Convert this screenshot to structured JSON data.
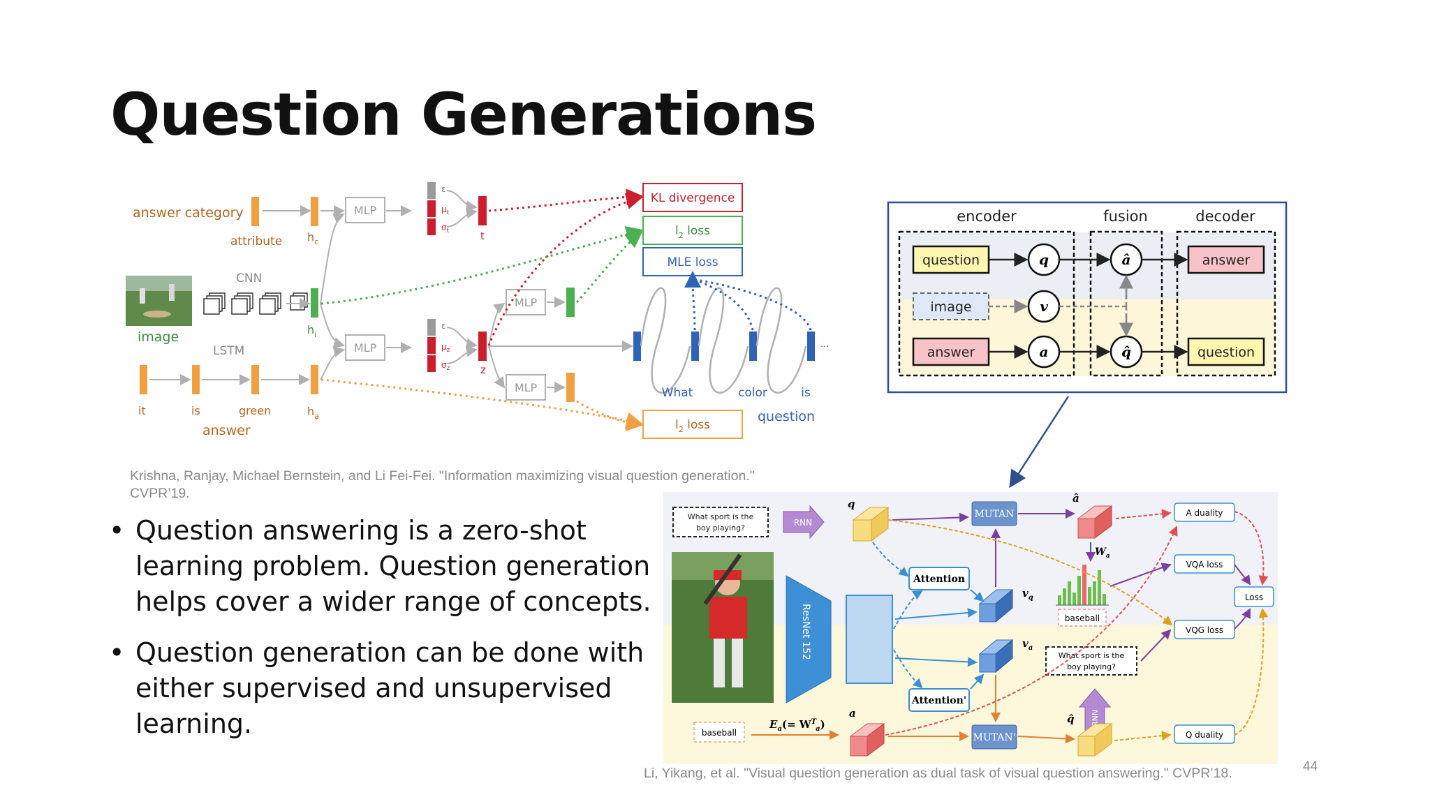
{
  "slide": {
    "title": "Question Generations",
    "page_number": "44"
  },
  "figure1": {
    "answer_category": "answer category",
    "attribute": "attribute",
    "hc": "h",
    "hc_sub": "c",
    "cnn": "CNN",
    "image": "image",
    "hi": "h",
    "hi_sub": "i",
    "lstm": "LSTM",
    "ha": "h",
    "ha_sub": "a",
    "words": [
      "it",
      "is",
      "green"
    ],
    "answer": "answer",
    "mlp": "MLP",
    "epsilon": "ε",
    "mu_t": "μ",
    "sub_t": "t",
    "sigma_t": "σ",
    "t_label": "t",
    "mu_z": "μ",
    "sub_z": "z",
    "sigma_z": "σ",
    "z_label": "z",
    "kl": "KL divergence",
    "l2_a": "l",
    "l2_sub": "2",
    "loss": "loss",
    "mle": "MLE loss",
    "question_words": [
      "What",
      "color",
      "is"
    ],
    "ellipsis": "...",
    "question": "question",
    "colors": {
      "orange": "#f0a040",
      "green": "#4caf50",
      "red": "#cc1f2e",
      "blue": "#2f63b8",
      "gray": "#9a9a9a"
    }
  },
  "citation1": "Krishna, Ranjay, Michael Bernstein, and Li Fei-Fei. \"Information maximizing visual question generation.\" CVPR’19.",
  "bullets": [
    "Question answering is a zero-shot learning problem. Question generation helps cover a wider range of concepts.",
    "Question generation can be done with either supervised and unsupervised learning."
  ],
  "figure2": {
    "encoder": "encoder",
    "fusion": "fusion",
    "decoder": "decoder",
    "question": "question",
    "image": "image",
    "answer": "answer",
    "q": "q",
    "v": "v",
    "a": "a",
    "a_hat": "â",
    "q_hat": "q̂",
    "out_answer": "answer",
    "out_question": "question"
  },
  "figure3": {
    "question_box": [
      "What sport is the",
      "boy playing?"
    ],
    "rnn": "RNN",
    "q": "q",
    "resnet": "ResNet 152",
    "attention": "Attention",
    "attention2": "Attention'",
    "mutan": "MUTAN",
    "mutan2": "MUTAN'",
    "a_hat": "â",
    "w_a": "W",
    "w_a_sub": "a",
    "v_q": "v",
    "v_q_sub": "q",
    "v_a": "v",
    "v_a_sub": "a",
    "baseball": "baseball",
    "question_box2": [
      "What sport is the",
      "boy playing?"
    ],
    "rnn2": "RNN",
    "q_hat": "q̂",
    "a": "a",
    "baseball2": "baseball",
    "embed": "E",
    "embed_sub": "a",
    "embed_rest": "(= W",
    "embed_sup": "T",
    "embed_sub2": "a",
    "embed_close": ")",
    "a_quality": "A duality",
    "vqa_loss": "VQA loss",
    "loss": "Loss",
    "vqg_loss": "VQG loss",
    "q_quality": "Q duality"
  },
  "citation2": "Li, Yikang, et al. \"Visual question generation as dual task of visual question answering.\" CVPR’18."
}
